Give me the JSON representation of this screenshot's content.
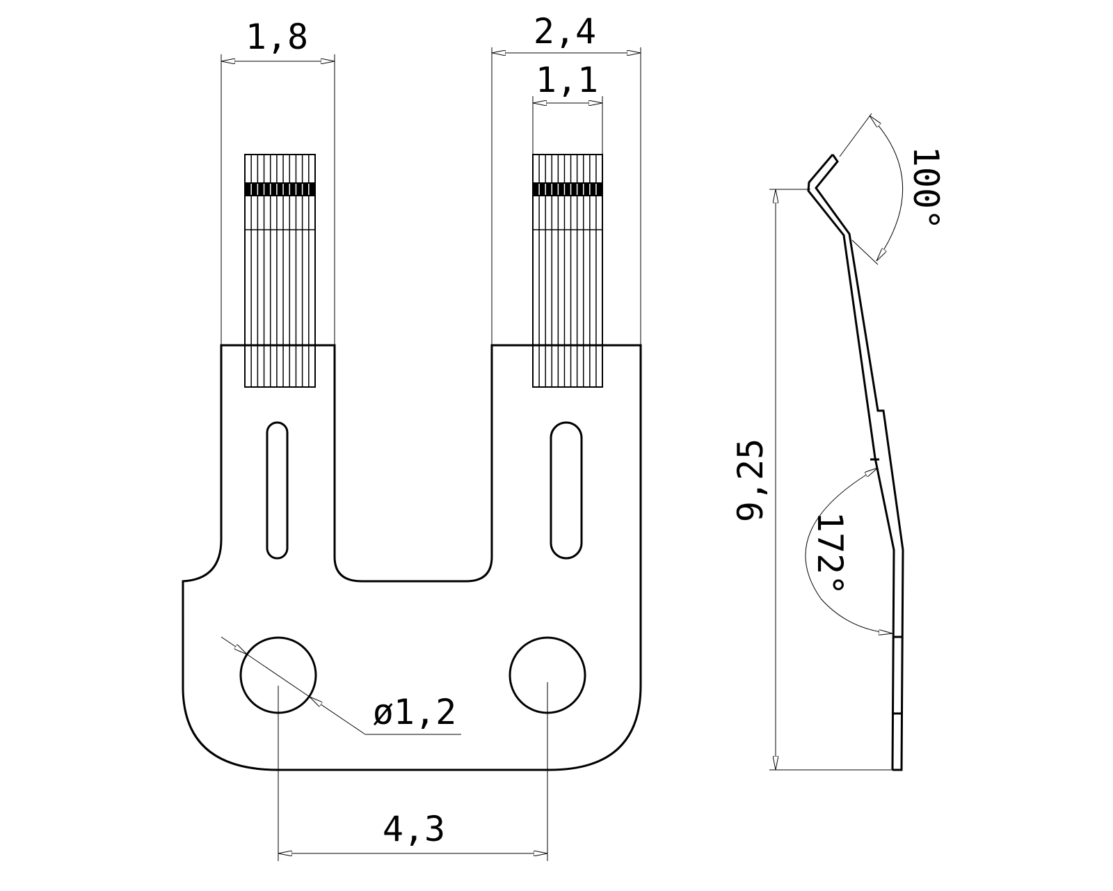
{
  "drawing": {
    "dimensions": {
      "left_tab_width": "1,8",
      "right_tab_width": "2,4",
      "right_hatch_width": "1,1",
      "hole_spacing": "4,3",
      "hole_diameter": "ø1,2",
      "total_height": "9,25",
      "top_bend_angle": "100°",
      "lower_bend_angle": "172°"
    },
    "colors": {
      "line": "#000000",
      "background": "#ffffff"
    }
  }
}
